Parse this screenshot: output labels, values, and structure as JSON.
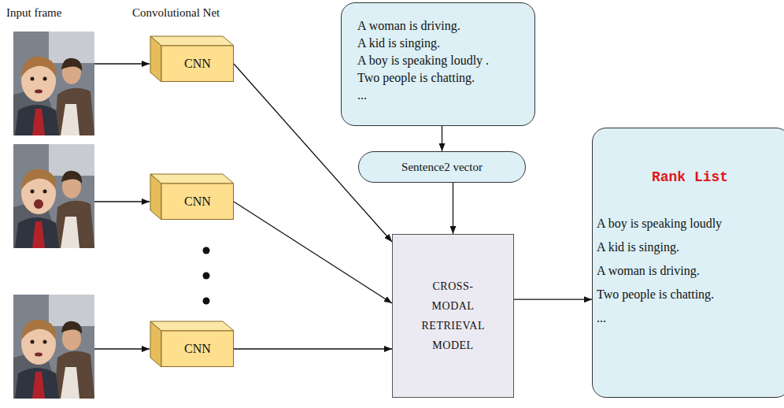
{
  "diagram": {
    "nodes": [
      {
        "text": [
          "CNN"
        ]
      },
      {
        "text": [
          "CNN"
        ]
      },
      {
        "text": [
          "CNN"
        ]
      },
      {
        "text": [
          "A woman is driving.",
          "A kid is singing.",
          "A boy is speaking loudly .",
          "Two people is chatting.",
          "..."
        ]
      },
      {
        "text": [
          "Sentence2 vector"
        ]
      },
      {
        "text": [
          "CROSS- MODAL RETRIEVAL MODEL"
        ]
      },
      {
        "text": [
          "Rank List",
          "A boy is speaking loudly",
          "A kid is singing.",
          "A woman is driving.",
          "Two people is chatting.",
          "..."
        ]
      }
    ],
    "edges": [
      {
        "from": 0,
        "to": 5,
        "arrow": "to"
      },
      {
        "from": 1,
        "to": 5,
        "arrow": "to"
      },
      {
        "from": 2,
        "to": 5,
        "arrow": "to"
      },
      {
        "from": 3,
        "to": 4,
        "arrow": "to"
      },
      {
        "from": 4,
        "to": 5,
        "arrow": "to"
      },
      {
        "from": 5,
        "to": 6,
        "arrow": "to"
      }
    ],
    "labels": [
      "Input frame",
      "Convolutional Net"
    ]
  }
}
